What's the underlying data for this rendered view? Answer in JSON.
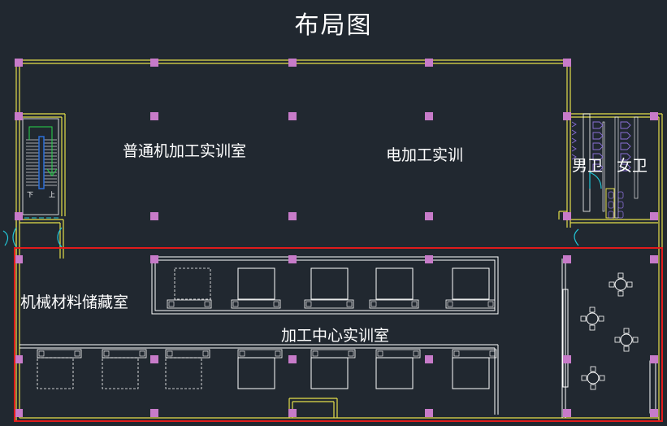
{
  "title": "布局图",
  "colors": {
    "background": "#212830",
    "wall": "#e6e04a",
    "column": "#c77bc9",
    "highlight": "#e11b1b",
    "furniture": "#ffffff",
    "fixture": "#8b6fd8",
    "door": "#22c7d8",
    "stair": "#2c6fd8",
    "stair_arrow": "#26d84a"
  },
  "rooms": {
    "general_machining": "普通机加工实训室",
    "electrical_machining": "电加工实训",
    "mens_restroom": "男卫",
    "womens_restroom": "女卫",
    "material_storage": "机械材料储藏室",
    "machining_center": "加工中心实训室"
  },
  "stair": {
    "down_label": "下",
    "up_label": "上"
  },
  "icons": {
    "stairs": "stairs-icon",
    "door": "door-swing-icon",
    "table": "round-table-icon",
    "machine": "machine-tool-icon",
    "toilet": "toilet-icon"
  }
}
